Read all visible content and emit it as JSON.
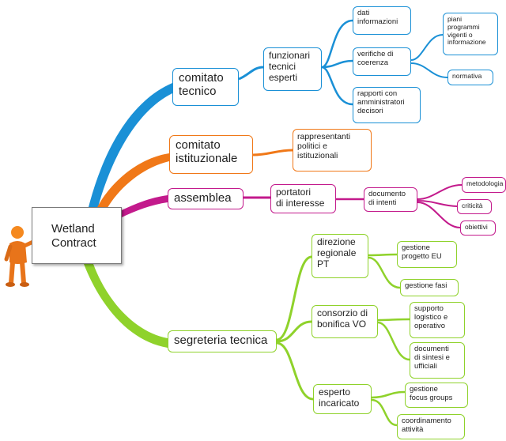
{
  "center": {
    "label": "Wetland\nContract"
  },
  "branches": {
    "comitato_tecnico": {
      "label": "comitato\ntecnico",
      "color": "#1a90d6",
      "funzionari": {
        "label": "funzionari\ntecnici\nesperti"
      },
      "dati": {
        "label": "dati\ninformazioni"
      },
      "verifiche": {
        "label": "verifiche di\ncoerenza"
      },
      "piani": {
        "label": "piani\nprogrammi\nvigenti o\ninformazione"
      },
      "normativa": {
        "label": "normativa"
      },
      "rapporti": {
        "label": "rapporti con\namministratori\ndecisori"
      }
    },
    "comitato_istituzionale": {
      "label": "comitato\nistituzionale",
      "color": "#f07818",
      "rappresentanti": {
        "label": "rappresentanti\npolitici e\nistituzionali"
      }
    },
    "assemblea": {
      "label": "assemblea",
      "color": "#c31a8c",
      "portatori": {
        "label": "portatori\ndi interesse"
      },
      "documento": {
        "label": "documento\ndi intenti"
      },
      "metodologia": {
        "label": "metodologia"
      },
      "criticita": {
        "label": "criticità"
      },
      "obiettivi": {
        "label": "obiettivi"
      }
    },
    "segreteria_tecnica": {
      "label": "segreteria tecnica",
      "color": "#8fd22b",
      "direzione": {
        "label": "direzione\nregionale\nPT"
      },
      "gestione_progetto": {
        "label": "gestione\nprogetto EU"
      },
      "gestione_fasi": {
        "label": "gestione fasi"
      },
      "consorzio": {
        "label": "consorzio di\nbonifica VO"
      },
      "supporto": {
        "label": "supporto\nlogistico e\noperativo"
      },
      "documenti": {
        "label": "documenti\ndi sintesi e\nufficiali"
      },
      "esperto": {
        "label": "esperto\nincaricato"
      },
      "focus": {
        "label": "gestione\nfocus groups"
      },
      "coordinamento": {
        "label": "coordinamento\nattività"
      }
    }
  }
}
